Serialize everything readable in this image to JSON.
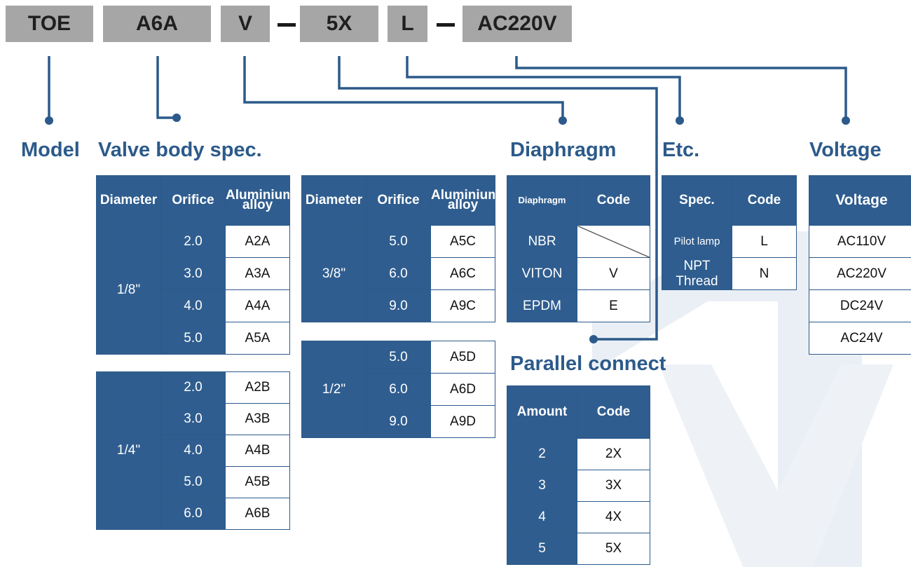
{
  "code_parts": {
    "model": "TOE",
    "body": "A6A",
    "diaphragm": "V",
    "parallel": "5X",
    "etc": "L",
    "voltage": "AC220V"
  },
  "headings": {
    "model": "Model",
    "valve_body": "Valve body spec.",
    "diaphragm": "Diaphragm",
    "parallel": "Parallel connect",
    "etc": "Etc.",
    "voltage": "Voltage"
  },
  "valve_body": {
    "headers": {
      "diameter": "Diameter",
      "orifice": "Orifice",
      "material": "Aluminium alloy"
    },
    "groups": [
      {
        "diameter": "1/8\"",
        "rows": [
          {
            "orifice": "2.0",
            "code": "A2A"
          },
          {
            "orifice": "3.0",
            "code": "A3A"
          },
          {
            "orifice": "4.0",
            "code": "A4A"
          },
          {
            "orifice": "5.0",
            "code": "A5A"
          }
        ]
      },
      {
        "diameter": "1/4\"",
        "rows": [
          {
            "orifice": "2.0",
            "code": "A2B"
          },
          {
            "orifice": "3.0",
            "code": "A3B"
          },
          {
            "orifice": "4.0",
            "code": "A4B"
          },
          {
            "orifice": "5.0",
            "code": "A5B"
          },
          {
            "orifice": "6.0",
            "code": "A6B"
          }
        ]
      },
      {
        "diameter": "3/8\"",
        "rows": [
          {
            "orifice": "5.0",
            "code": "A5C"
          },
          {
            "orifice": "6.0",
            "code": "A6C"
          },
          {
            "orifice": "9.0",
            "code": "A9C"
          }
        ]
      },
      {
        "diameter": "1/2\"",
        "rows": [
          {
            "orifice": "5.0",
            "code": "A5D"
          },
          {
            "orifice": "6.0",
            "code": "A6D"
          },
          {
            "orifice": "9.0",
            "code": "A9D"
          }
        ]
      }
    ]
  },
  "diaphragm": {
    "headers": {
      "name": "Diaphragm",
      "code": "Code"
    },
    "rows": [
      {
        "name": "NBR",
        "code": ""
      },
      {
        "name": "VITON",
        "code": "V"
      },
      {
        "name": "EPDM",
        "code": "E"
      }
    ]
  },
  "parallel": {
    "headers": {
      "amount": "Amount",
      "code": "Code"
    },
    "rows": [
      {
        "amount": "2",
        "code": "2X"
      },
      {
        "amount": "3",
        "code": "3X"
      },
      {
        "amount": "4",
        "code": "4X"
      },
      {
        "amount": "5",
        "code": "5X"
      }
    ]
  },
  "etc": {
    "headers": {
      "spec": "Spec.",
      "code": "Code"
    },
    "rows": [
      {
        "spec": "Pilot lamp",
        "code": "L"
      },
      {
        "spec": "NPT Thread",
        "code": "N"
      }
    ]
  },
  "voltage": {
    "header": "Voltage",
    "rows": [
      "AC110V",
      "AC220V",
      "DC24V",
      "AC24V"
    ]
  },
  "colors": {
    "accent": "#2f5d8f",
    "line": "#2c5a8a",
    "code_box": "#a6a6a6",
    "watermark": "#e9eef4"
  }
}
